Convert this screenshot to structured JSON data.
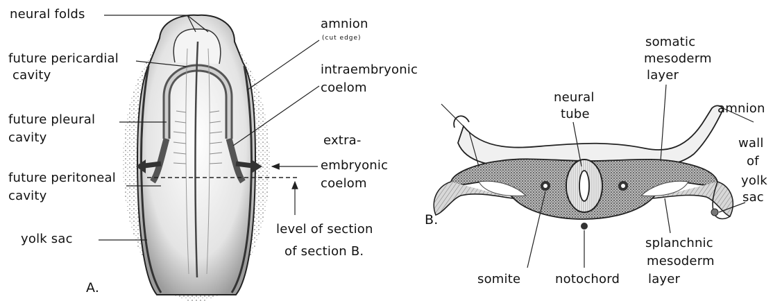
{
  "figure_a": {
    "panel_label": "A.",
    "labels": {
      "neural_folds": "neural folds",
      "future_pericardial_1": "future pericardial",
      "future_pericardial_2": "cavity",
      "future_pleural_1": "future pleural",
      "future_pleural_2": "cavity",
      "future_peritoneal_1": "future peritoneal",
      "future_peritoneal_2": "cavity",
      "yolk_sac": "yolk sac",
      "amnion": "amnion",
      "amnion_note": "(cut edge)",
      "intraembryonic_1": "intraembryonic",
      "intraembryonic_2": "coelom",
      "extraembryonic_1": "extra-",
      "extraembryonic_2": "embryonic",
      "extraembryonic_3": "coelom",
      "level_1": "level of section",
      "level_2": "of section B."
    }
  },
  "figure_b": {
    "panel_label": "B.",
    "labels": {
      "neural_tube_1": "neural",
      "neural_tube_2": "tube",
      "somatic_1": "somatic",
      "somatic_2": "mesoderm",
      "somatic_3": "layer",
      "amnion": "amnion",
      "wall_1": "wall",
      "wall_2": "of",
      "wall_3": "yolk",
      "wall_4": "sac",
      "splanchnic_1": "splanchnic",
      "splanchnic_2": "mesoderm",
      "splanchnic_3": "layer",
      "somite": "somite",
      "notochord": "notochord"
    }
  }
}
